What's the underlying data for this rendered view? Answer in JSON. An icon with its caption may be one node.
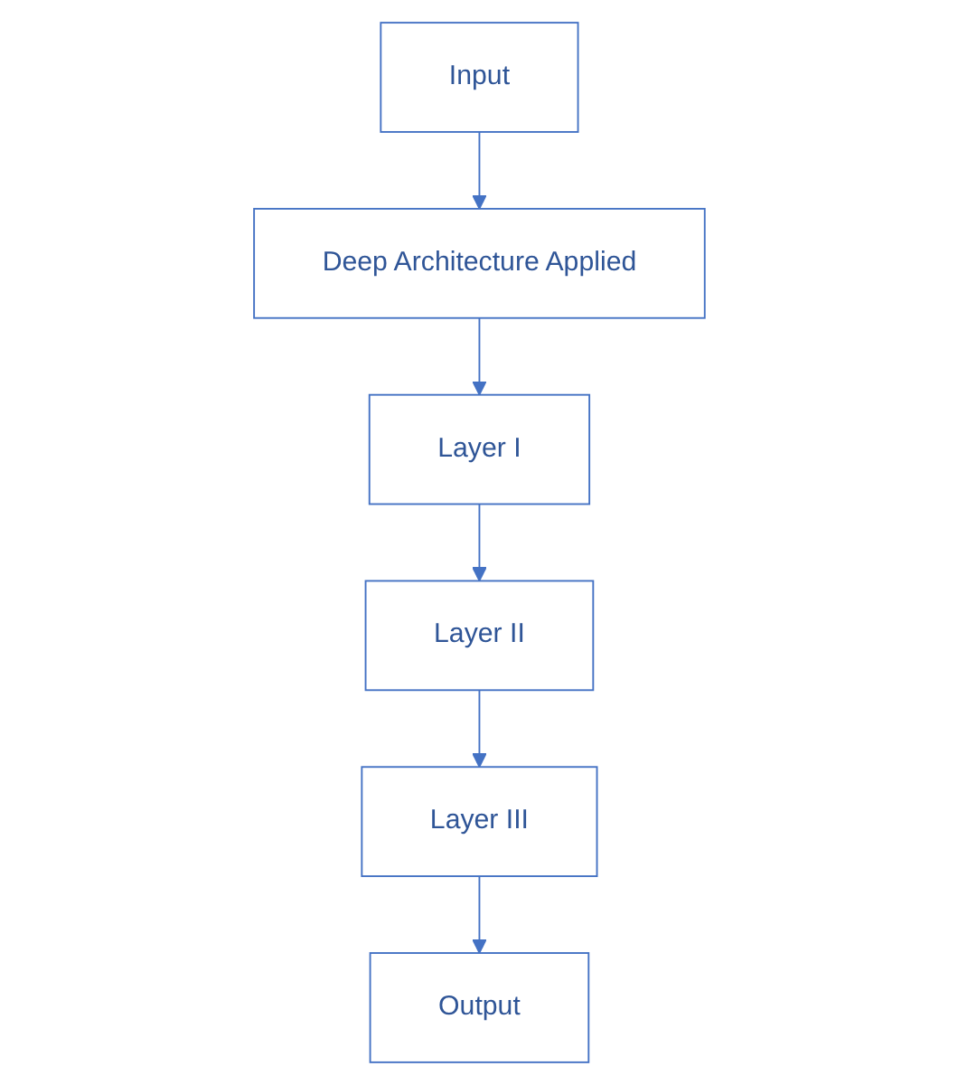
{
  "diagram": {
    "nodes": [
      {
        "text": [
          "Input"
        ]
      },
      {
        "text": [
          "Deep Architecture Applied"
        ]
      },
      {
        "text": [
          "Layer I"
        ]
      },
      {
        "text": [
          "Layer II"
        ]
      },
      {
        "text": [
          "Layer III"
        ]
      },
      {
        "text": [
          "Output"
        ]
      }
    ],
    "edges": [
      {
        "from": 0,
        "to": 1,
        "arrow": "to"
      },
      {
        "from": 1,
        "to": 2,
        "arrow": "to"
      },
      {
        "from": 2,
        "to": 3,
        "arrow": "to"
      },
      {
        "from": 3,
        "to": 4,
        "arrow": "to"
      },
      {
        "from": 4,
        "to": 5,
        "arrow": "to"
      }
    ]
  }
}
